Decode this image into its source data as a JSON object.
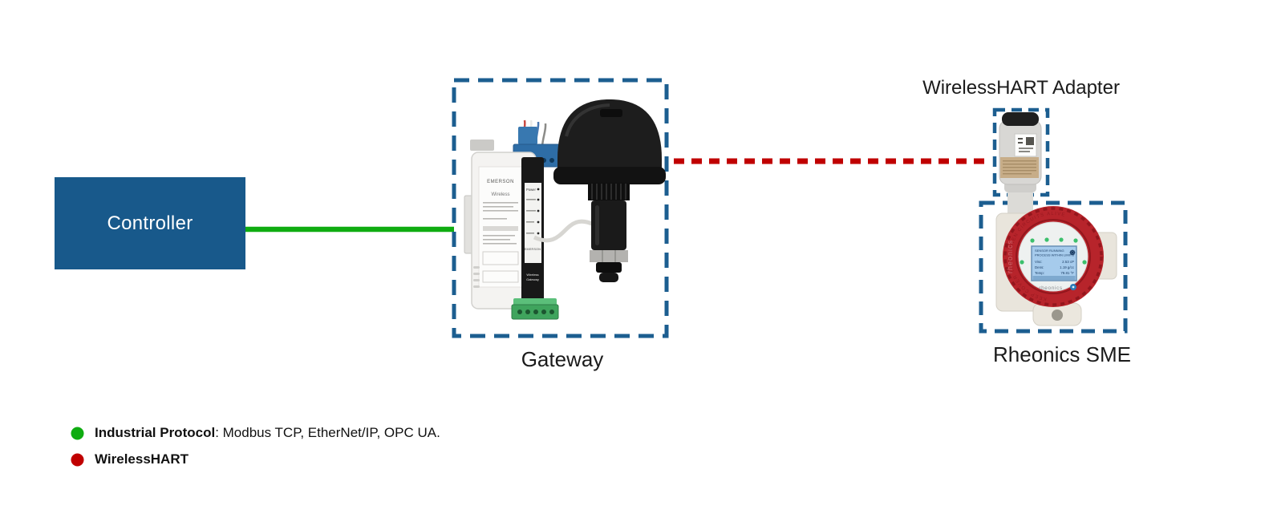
{
  "colors": {
    "controller_blue": "#18598B",
    "outline_blue": "#1C5E90",
    "industrial_green": "#0FAC11",
    "wirelesshart_red": "#C00000"
  },
  "nodes": {
    "controller": {
      "label": "Controller"
    },
    "gateway": {
      "label": "Gateway"
    },
    "adapter": {
      "label": "WirelessHART Adapter"
    },
    "sme": {
      "label": "Rheonics SME"
    }
  },
  "devices": {
    "gateway_module": {
      "brand": "EMERSON",
      "product": "Wireless",
      "panel_power": "Power",
      "panel_brand": "EMERSON",
      "panel_model_lines": [
        "Wireless",
        "Gateway"
      ]
    },
    "sme_device": {
      "display": {
        "status_line1": "SENSOR   RUNNING",
        "status_line2": "PROCESS WITHIN LIMITS",
        "rows": [
          {
            "label": "Visc:",
            "value": "2.53 cP"
          },
          {
            "label": "Dens:",
            "value": "1.19 g/cc"
          },
          {
            "label": "Temp:",
            "value": "79.81 °F"
          }
        ]
      },
      "brand": "rheonics",
      "ring_text": "rheonics",
      "ring_engraving": "KEEP COVER TIGHT WHEN CIRCUITS ALIVE"
    }
  },
  "legend": [
    {
      "term": "Industrial Protocol",
      "desc": ": Modbus TCP, EtherNet/IP, OPC UA.",
      "color": "#0FAC11"
    },
    {
      "term": "WirelessHART",
      "desc": "",
      "color": "#C00000"
    }
  ]
}
